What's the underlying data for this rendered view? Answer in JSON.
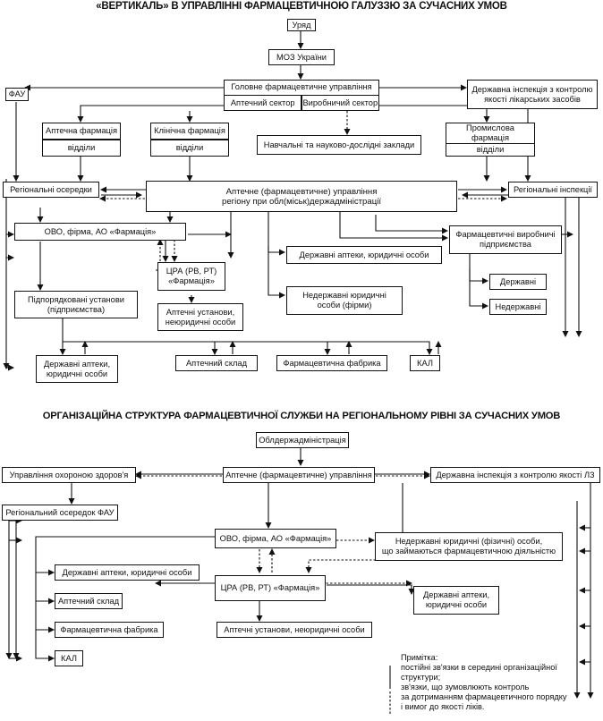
{
  "diagram1": {
    "title": "«ВЕРТИКАЛЬ» В УПРАВЛІННІ ФАРМАЦЕВТИЧНОЮ ГАЛУЗЗЮ ЗА СУЧАСНИХ УМОВ",
    "uryad": "Уряд",
    "moz": "МОЗ України",
    "golovne": "Головне фармацевтичне управління",
    "aptechnyi_sektor": "Аптечний сектор",
    "vyrobnychyi_sektor": "Виробничий сектор",
    "fau": "ФАУ",
    "inspekcia_1": "Державна інспекція з контролю",
    "inspekcia_2": "якості лікарських засобів",
    "aptechna_farmacia": "Аптечна фармація",
    "aptechna_viddily": "відділи",
    "klinichna_farmacia": "Клінічна фармація",
    "klinichna_viddily": "відділи",
    "navchalni": "Навчальні та науково-дослідні заклади",
    "promyslova_farmacia": "Промислова фармація",
    "promyslova_viddily": "відділи",
    "regionalni_oseredky": "Регіональні осередки",
    "aptechne_upr_1": "Аптечне (фармацевтичне) управління",
    "aptechne_upr_2": "регіону при обл(міськ)держадміністрації",
    "regionalni_inspekcii": "Регіональні інспекції",
    "ovo": "ОВО, фірма, АО «Фармація»",
    "vyrobnychi_1": "Фармацевтичні виробничі",
    "vyrobnychi_2": "підприємства",
    "cra_1": "ЦРА (РВ, РТ)",
    "cra_2": "«Фармація»",
    "derzhavni_apteky_yur": "Державні аптеки, юридичні особи",
    "derzhavni": "Державні",
    "nederzhavni_yur_1": "Недержавні юридичні",
    "nederzhavni_yur_2": "особи (фірми)",
    "nederzhavni": "Недержавні",
    "pidporiadkovani_1": "Підпорядковані установи",
    "pidporiadkovani_2": "(підприємства)",
    "aptechni_ustanovy_1": "Аптечні установи,",
    "aptechni_ustanovy_2": "неюридичні особи",
    "derzhavni_apteky_1": "Державні аптеки,",
    "derzhavni_apteky_2": "юридичні особи",
    "aptechnyi_sklad": "Аптечний склад",
    "farmacevtychna_fabryka": "Фармацевтична фабрика",
    "kal": "КАЛ"
  },
  "diagram2": {
    "title": "ОРГАНІЗАЦІЙНА СТРУКТУРА ФАРМАЦЕВТИЧНОЇ СЛУЖБИ НА РЕГІОНАЛЬНОМУ РІВНІ ЗА СУЧАСНИХ УМОВ",
    "oblderzh": "Облдержадміністрація",
    "upravlinnia_okhorony": "Управління охороною здоров'я",
    "aptechne_upr": "Аптечне (фармацевтичне) управління",
    "inspekcia_lz": "Державна інспекція з контролю якості ЛЗ",
    "regionalnyi_oseredok": "Регіональний осередок ФАУ",
    "ovo": "ОВО, фірма, АО «Фармація»",
    "nederzhavni_1": "Недержавні юридичні (фізичні) особи,",
    "nederzhavni_2": "що займаються фармацевтичною діяльністю",
    "derzhavni_apteky_yur": "Державні аптеки, юридичні особи",
    "aptechnyi_sklad": "Аптечний склад",
    "cra": "ЦРА (РВ, РТ) «Фармація»",
    "derzhavni_apteky_1": "Державні аптеки,",
    "derzhavni_apteky_2": "юридичні особи",
    "farmacevtychna_fabryka": "Фармацевтична фабрика",
    "aptechni_ustanovy": "Аптечні установи, неюридичні особи",
    "kal": "КАЛ"
  },
  "legend": {
    "title": "Примітка:",
    "solid_1": "постійні зв'язки в середині організаційної",
    "solid_2": "структури;",
    "dashed_1": "зв'язки, що зумовлюють контроль",
    "dashed_2": "за дотриманням фармацевтичного порядку",
    "dashed_3": "і вимог до якості ліків."
  }
}
